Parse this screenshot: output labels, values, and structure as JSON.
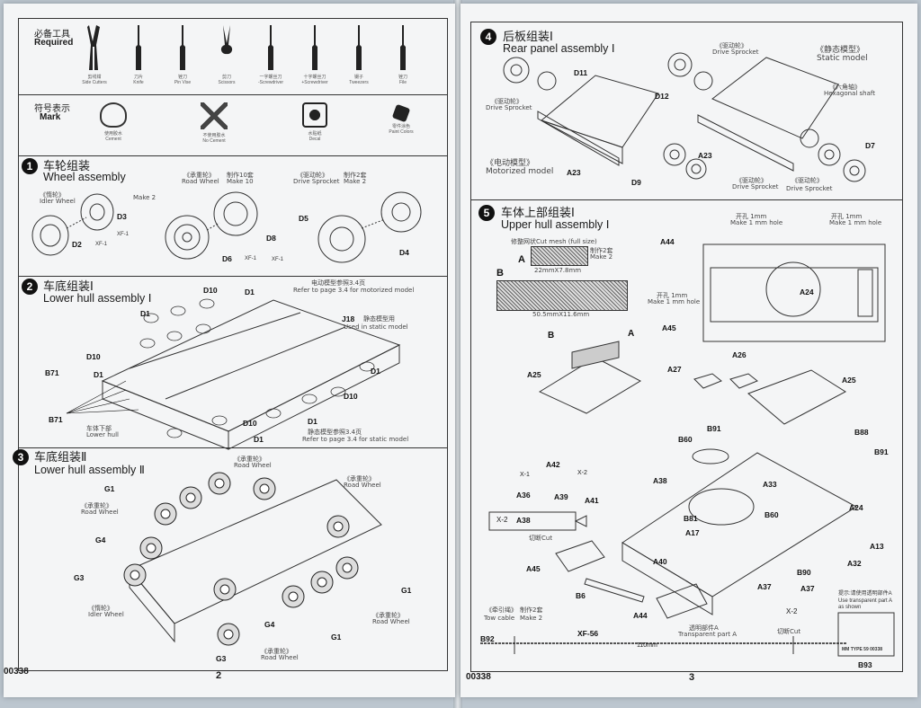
{
  "left_page": {
    "tools_heading_cn": "必备工具",
    "tools_heading_en": "Required",
    "tools": [
      {
        "cn": "剪线钳",
        "en": "Side Cutters",
        "icon": "side-cutters-icon"
      },
      {
        "cn": "刀片",
        "en": "Knife",
        "icon": "knife-icon"
      },
      {
        "cn": "锉刀",
        "en": "Pin Vise",
        "icon": "pin-vise-icon"
      },
      {
        "cn": "剪刀",
        "en": "Scissors",
        "icon": "scissors-icon"
      },
      {
        "cn": "一字螺丝刀",
        "en": "-Screwdriver",
        "icon": "flat-screwdriver-icon"
      },
      {
        "cn": "十字螺丝刀",
        "en": "+Screwdriver",
        "icon": "cross-screwdriver-icon"
      },
      {
        "cn": "镊子",
        "en": "Tweezers",
        "icon": "tweezers-icon"
      },
      {
        "cn": "锉刀",
        "en": "File",
        "icon": "file-icon"
      }
    ],
    "marks_heading_cn": "符号表示",
    "marks_heading_en": "Mark",
    "marks": [
      {
        "cn": "使用胶水",
        "en": "Cement",
        "icon": "cement-icon"
      },
      {
        "cn": "不使用胶水",
        "en": "No Cement",
        "icon": "no-cement-icon"
      },
      {
        "cn": "水贴纸",
        "en": "Decal",
        "icon": "decal-icon"
      },
      {
        "cn": "零件涂色",
        "en": "Paint Colors",
        "icon": "paint-colors-icon"
      }
    ],
    "step1": {
      "num": "1",
      "cn": "车轮组装",
      "en": "Wheel assembly",
      "idler_cn": "《惰轮》",
      "idler_en": "Idler Wheel",
      "idler_qty": "Make 2",
      "road_cn": "《承重轮》",
      "road_en": "Road Wheel",
      "road_qty_cn": "制作10套",
      "road_qty": "Make 10",
      "sprocket_cn": "《驱动轮》",
      "sprocket_en": "Drive Sprocket",
      "sprocket_qty_cn": "制作2套",
      "sprocket_qty": "Make 2",
      "labels": [
        "D3",
        "XF-1",
        "D2",
        "XF-1",
        "D6",
        "XF-1",
        "D8",
        "XF-1",
        "D5",
        "D4"
      ]
    },
    "step2": {
      "num": "2",
      "cn": "车底组装Ⅰ",
      "en": "Lower hull assembly Ⅰ",
      "ref_motor_cn": "电动模型参照3.4页",
      "ref_motor": "Refer to page 3.4 for motorized model",
      "j18": "J18",
      "static_cn": "静态模型用",
      "static_en": "Used in static model",
      "ref_static_cn": "静态模型参照3.4页",
      "ref_static": "Refer to page 3.4 for static model",
      "lower_hull_cn": "车体下部",
      "lower_hull_en": "Lower hull",
      "labels": [
        "D10",
        "D1",
        "D1",
        "D10",
        "B71",
        "D1",
        "D1",
        "D10",
        "D1",
        "D10",
        "D1",
        "B71"
      ]
    },
    "step3": {
      "num": "3",
      "cn": "车底组装Ⅱ",
      "en": "Lower hull assembly Ⅱ",
      "road_cn": "《承重轮》",
      "road_en": "Road Wheel",
      "idler_cn": "《惰轮》",
      "idler_en": "Idler Wheel",
      "labels": [
        "G1",
        "G4",
        "G3",
        "G1",
        "G4",
        "G1",
        "G3"
      ]
    },
    "catalog": "00338",
    "page_no": "2"
  },
  "right_page": {
    "step4": {
      "num": "4",
      "cn": "后板组装Ⅰ",
      "en": "Rear panel assembly Ⅰ",
      "static_cn": "《静态模型》",
      "static_en": "Static model",
      "motor_cn": "《电动模型》",
      "motor_en": "Motorized model",
      "sprocket_cn": "《驱动轮》",
      "sprocket_en": "Drive Sprocket",
      "hex_cn": "《六角轴》",
      "hex_en": "Hexagonal shaft",
      "labels": [
        "D11",
        "D12",
        "A23",
        "D9",
        "A23",
        "D7"
      ]
    },
    "step5": {
      "num": "5",
      "cn": "车体上部组装Ⅰ",
      "en": "Upper hull assembly Ⅰ",
      "mesh_cn": "修整网状Cut mesh (full size)",
      "mesh_qty_cn": "制作2套",
      "mesh_qty": "Make 2",
      "mesh_a": "A",
      "mesh_a_size": "22mmX7.8mm",
      "mesh_b": "B",
      "mesh_b_size": "50.5mmX11.6mm",
      "hole_cn": "开孔 1mm",
      "hole_en": "Make 1 mm hole",
      "tow_cn": "《牵引绳》",
      "tow_en": "Tow cable",
      "tow_qty_cn": "制作2套",
      "tow_qty": "Make 2",
      "cut": "切断Cut",
      "cable_len": "110mm",
      "xf56": "XF-56",
      "transparent_cn": "透明部件A",
      "transparent_en": "Transparent part A",
      "note_cn": "提示:请使用透明部件A",
      "note_en": "Use transparent part A as shown",
      "mm_type": "MM TYPE 59 00338",
      "labels": [
        "A44",
        "A24",
        "A45",
        "B",
        "A",
        "A26",
        "A27",
        "A25",
        "A25",
        "B91",
        "B88",
        "B91",
        "B60",
        "A42",
        "X-1",
        "X-2",
        "A38",
        "A36",
        "A39",
        "A41",
        "X-2",
        "A38",
        "A33",
        "B60",
        "B81",
        "A24",
        "A17",
        "A13",
        "A45",
        "A40",
        "B90",
        "A32",
        "A37",
        "A37",
        "B6",
        "A44",
        "X-2",
        "B92",
        "B93"
      ]
    },
    "catalog": "00338",
    "page_no": "3"
  }
}
